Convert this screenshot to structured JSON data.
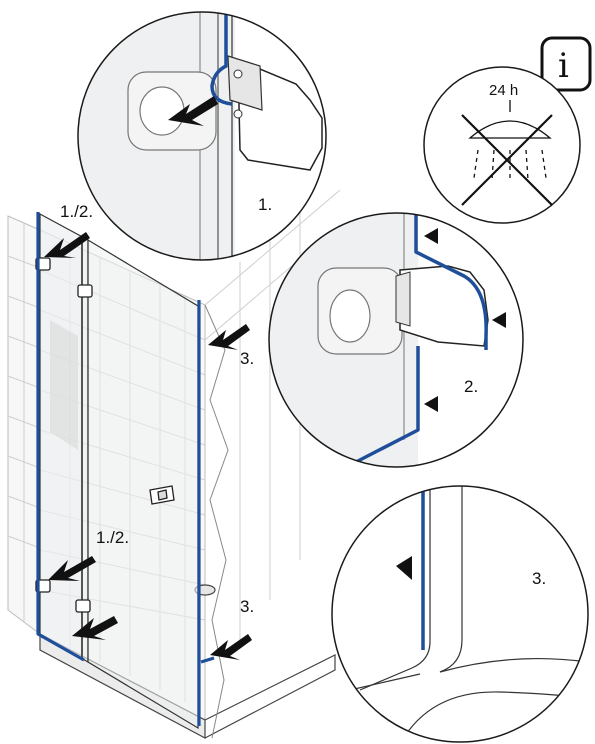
{
  "labels": {
    "step_top_left_hinge": "1./2.",
    "step_bottom_left_hinge": "1./2.",
    "step_right_top": "3.",
    "step_right_bottom": "3.",
    "detail_top": "1.",
    "detail_middle": "2.",
    "detail_bottom": "3."
  },
  "info": {
    "glyph": "i",
    "duration": "24 h",
    "icon": "no-shower-icon"
  },
  "colors": {
    "seal_blue": "#1f4f9a",
    "line": "#1a1a1a",
    "glass": "#eef0f1",
    "tile_grid": "#cfcfcf"
  }
}
